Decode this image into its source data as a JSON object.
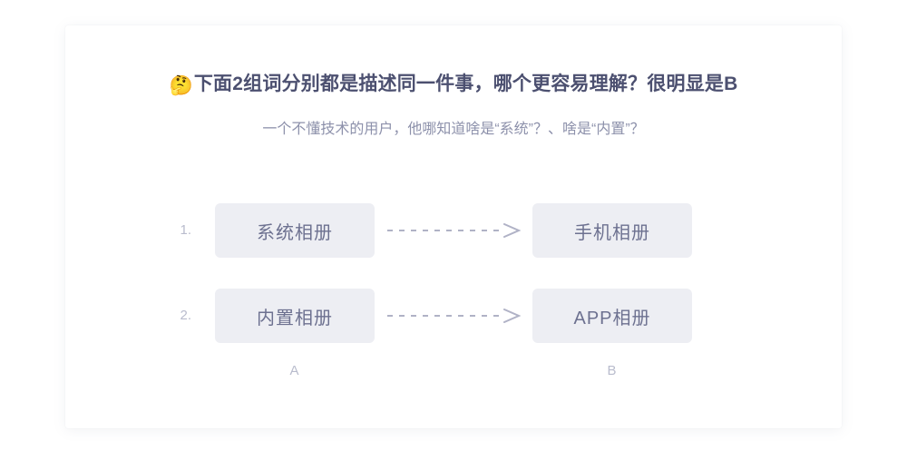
{
  "card": {
    "headline": {
      "emoji": "🤔",
      "emoji_name": "thinking-face-emoji",
      "text": "下面2组词分别都是描述同一件事，哪个更容易理解？很明显是B"
    },
    "subheadline": "一个不懂技术的用户，他哪知道啥是“系统”？、啥是“内置”？",
    "rows": [
      {
        "number": "1.",
        "left_term": "系统相册",
        "right_term": "手机相册",
        "connector": "dashed-arrow-right"
      },
      {
        "number": "2.",
        "left_term": "内置相册",
        "right_term": "APP相册",
        "connector": "dashed-arrow-right"
      }
    ],
    "column_labels": {
      "left": "A",
      "right": "B"
    }
  },
  "colors": {
    "page_background": "#ffffff",
    "card_background": "#ffffff",
    "headline_text": "#4c5070",
    "subheadline_text": "#8d91ab",
    "box_background": "#edeef3",
    "box_text": "#6d7190",
    "muted_text": "#b9bccd",
    "arrow": "#b0b2c6"
  }
}
